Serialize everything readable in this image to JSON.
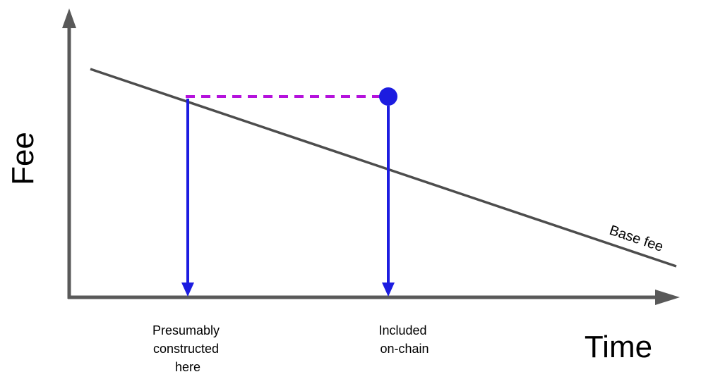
{
  "diagram": {
    "axes": {
      "y_label": "Fee",
      "x_label": "Time"
    },
    "base_fee_line": {
      "label": "Base fee"
    },
    "annotations": {
      "constructed": {
        "lines": [
          "Presumably",
          "constructed",
          "here"
        ]
      },
      "included": {
        "lines": [
          "Included",
          "on-chain"
        ]
      }
    },
    "colors": {
      "axis": "#595959",
      "base_line": "#4d4d4d",
      "blue": "#1c1ce0",
      "purple": "#b512dc",
      "text": "#000000"
    }
  }
}
